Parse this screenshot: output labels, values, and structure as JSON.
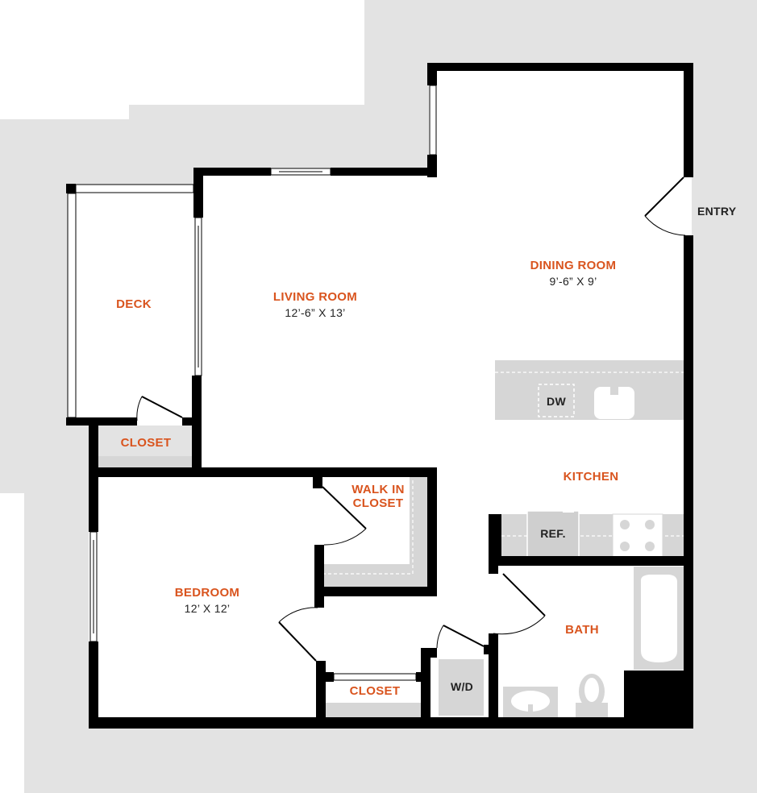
{
  "rooms": {
    "deck": "DECK",
    "living_room": "LIVING ROOM",
    "living_room_dims": "12’-6” X 13’",
    "dining_room": "DINING ROOM",
    "dining_room_dims": "9’-6” X 9’",
    "entry": "ENTRY",
    "closet_deck": "CLOSET",
    "kitchen": "KITCHEN",
    "walk_in_closet_line1": "WALK IN",
    "walk_in_closet_line2": "CLOSET",
    "bedroom": "BEDROOM",
    "bedroom_dims": "12’ X 12’",
    "closet_bedroom": "CLOSET",
    "bath": "BATH"
  },
  "fixtures": {
    "dishwasher": "DW",
    "refrigerator": "REF.",
    "washer_dryer": "W/D"
  },
  "colors": {
    "wall": "#000000",
    "outside_fill": "#e3e3e3",
    "fixture_fill": "#d6d6d6",
    "label_accent": "#d9541e",
    "label_text": "#222222"
  }
}
